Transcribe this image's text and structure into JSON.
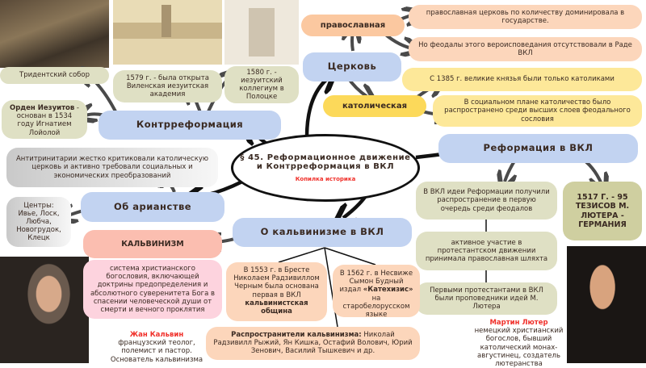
{
  "title": {
    "line1": "§ 45. Реформационное движение",
    "line2": "и Контрреформация в ВКЛ",
    "brand": "Копилка историка"
  },
  "counter": {
    "label": "Контрреформация",
    "trident": "Тридентский собор",
    "jesuits_bold": "Орден Иезуитов",
    "jesuits_rest": "- основан в 1534 году Игнатием Лойолой",
    "academy": "1579 г. - была открыта Виленская иезуитская академия",
    "polotsk": "1580 г. - иезуитский коллегиум в Полоцке"
  },
  "arians": {
    "label": "Об арианстве",
    "antitrinitarians": "Антитринитарии жестко критиковали католическую церковь и активно требовали социальных и экономических преобразований",
    "centers": "Центры: Ивье, Лоск, Любча, Новогрудок, Клецк"
  },
  "church": {
    "label": "Церковь",
    "orthodox": "православная",
    "orthodox_notes": [
      "православная церковь по количеству доминировала в государстве.",
      "Но феодалы этого вероисповедания отсутствовали в Раде ВКЛ"
    ],
    "catholic": "католическая",
    "catholic_notes": [
      "С 1385 г. великие князья были только католиками",
      "В социальном плане католичество было распространено среди высших слоев феодального сословия"
    ]
  },
  "reformation": {
    "label": "Реформация в ВКЛ",
    "notes": [
      "В ВКЛ идеи Реформации получили распространение в первую очередь среди феодалов",
      "активное участие в протестантском движении принимала православная шляхта",
      "Первыми протестантами в ВКЛ были проповедники идей М. Лютера"
    ],
    "luther_theses": "1517 Г. - 95 ТЕЗИСОВ М. ЛЮТЕРА - ГЕРМАНИЯ"
  },
  "calvinism": {
    "label": "О кальвинизме в ВКЛ",
    "term": "КАЛЬВИНИЗМ",
    "definition": "система христианского богословия, включающей доктрины предопределения и абсолютного суверенитета Бога в спасении человеческой души от смерти и вечного проклятия",
    "brest_pre": "В 1553 г. в Бресте Николаем Радзивиллом Черным была основана первая в ВКЛ",
    "brest_bold": "кальвинистская община",
    "nesvizh_pre": "В 1562 г. в Несвиже Сымон Будный издал",
    "nesvizh_bold": "«Катехизис»",
    "nesvizh_post": "на старобелорусском языке",
    "spreaders_bold": "Распространители кальвинизма:",
    "spreaders": "Николай Радзивилл Рыжий, Ян Кишка, Остафий Волович, Юрий Зенович, Василий Тышкевич и др."
  },
  "people": {
    "calvin_name": "Жан Кальвин",
    "calvin_desc": "французский теолог, полемист и пастор. Основатель кальвинизма",
    "luther_name": "Мартин Лютер",
    "luther_desc": "немецкий христианский богослов, бывший католический монах-августинец, создатель лютеранства"
  },
  "colors": {
    "blue": "#c2d3f1",
    "olive": "#dfe0c4",
    "peach": "#fcd6bb",
    "yellow": "#fcd95a",
    "salmon": "#fbbeb0",
    "pink": "#fdd3de",
    "red": "#f0302a"
  }
}
